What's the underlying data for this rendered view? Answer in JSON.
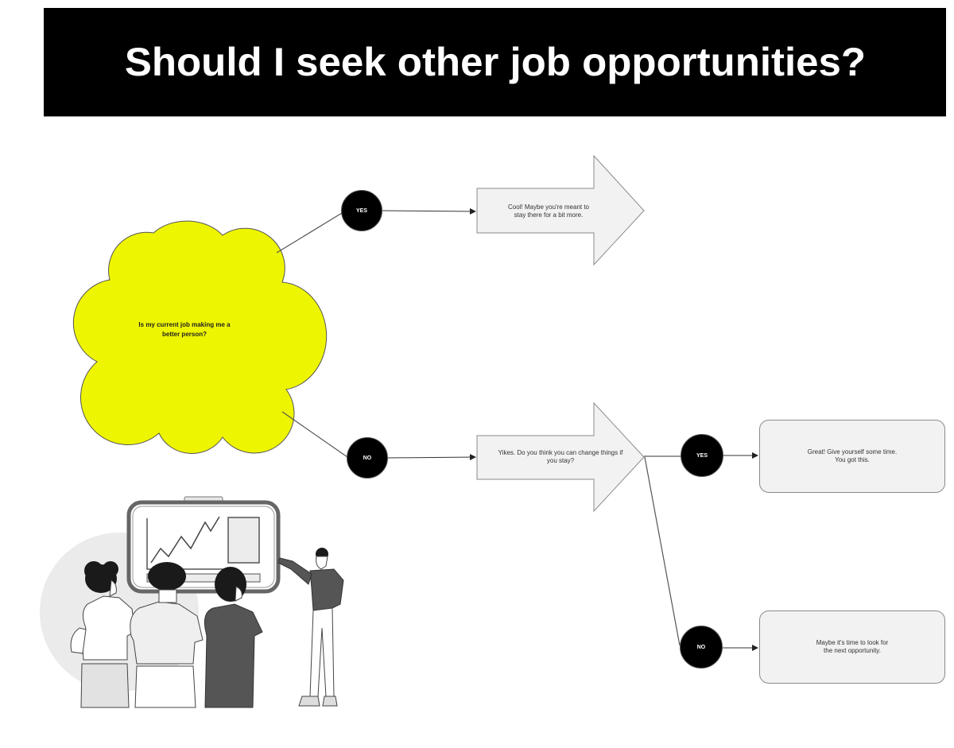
{
  "title": "Should I seek other job opportunities?",
  "colors": {
    "title_bg": "#000000",
    "title_text": "#ffffff",
    "cloud_fill": "#eef500",
    "node_fill": "#000000",
    "shape_fill": "#f2f2f2",
    "line": "#555555"
  },
  "question": {
    "text_line1": "Is my current job making me a",
    "text_line2": "better person?"
  },
  "branches": {
    "yes1": {
      "label": "YES"
    },
    "no1": {
      "label": "NO"
    },
    "yes2": {
      "label": "YES"
    },
    "no2": {
      "label": "NO"
    }
  },
  "outcomes": {
    "stay_arrow": {
      "line1": "Cool! Maybe you're meant to",
      "line2": "stay there for a bit more."
    },
    "change_arrow": {
      "line1": "Yikes. Do you think you can change things if",
      "line2": "you stay?"
    },
    "give_time_box": {
      "line1": "Great! Give yourself some time.",
      "line2": "You got this."
    },
    "next_opportunity_box": {
      "line1": "Maybe it's time to look for",
      "line2": "the next opportunity."
    }
  },
  "illustration": {
    "description": "people-presentation-illustration"
  }
}
